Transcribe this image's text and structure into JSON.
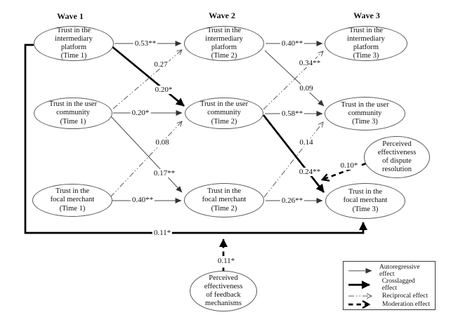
{
  "waves": [
    "Wave 1",
    "Wave 2",
    "Wave 3"
  ],
  "nodes": {
    "platform_t1": {
      "lines": [
        "Trust in the",
        "intermediary",
        "platform",
        "(Time 1)"
      ]
    },
    "platform_t2": {
      "lines": [
        "Trust in the",
        "intermediary",
        "platform",
        "(Time 2)"
      ]
    },
    "platform_t3": {
      "lines": [
        "Trust in the",
        "intermediary",
        "platform",
        "(Time 3)"
      ]
    },
    "community_t1": {
      "lines": [
        "Trust in the user",
        "community",
        "(Time 1)"
      ]
    },
    "community_t2": {
      "lines": [
        "Trust in the user",
        "community",
        "(Time 2)"
      ]
    },
    "community_t3": {
      "lines": [
        "Trust in the user",
        "community",
        "(Time 3)"
      ]
    },
    "merchant_t1": {
      "lines": [
        "Trust in the",
        "focal merchant",
        "(Time 1)"
      ]
    },
    "merchant_t2": {
      "lines": [
        "Trust in the",
        "focal merchant",
        "(Time 2)"
      ]
    },
    "merchant_t3": {
      "lines": [
        "Trust in the",
        "focal merchant",
        "(Time 3)"
      ]
    },
    "dispute": {
      "lines": [
        "Perceived",
        "effectiveness",
        "of dispute",
        "resolution"
      ]
    },
    "feedback": {
      "lines": [
        "Perceived",
        "effectiveness",
        "of feedback",
        "mechanisms"
      ]
    }
  },
  "coefficients": {
    "platform_t1_t2": "0.53**",
    "community_t1_t2": "0.20*",
    "merchant_t1_t2": "0.40**",
    "platform_t2_t3": "0.40**",
    "community_t2_t3": "0.58**",
    "merchant_t2_t3": "0.26**",
    "community_t1_platform_t2": "0.27",
    "merchant_t1_community_t2": "0.08",
    "community_t2_platform_t3": "0.34**",
    "merchant_t2_community_t3": "0.14",
    "platform_t1_community_t2": "0.20*",
    "community_t1_merchant_t2": "0.17**",
    "platform_t2_community_t3": "0.09",
    "community_t2_merchant_t3": "0.24**",
    "platform_t1_merchant_t3": "0.11*",
    "feedback_moderation": "0.11*",
    "dispute_moderation": "0.10*"
  },
  "legend": {
    "items": [
      {
        "style": "autoregressive",
        "label": "Autoregressive effect"
      },
      {
        "style": "crosslagged",
        "label": "Crosslagged effect"
      },
      {
        "style": "reciprocal",
        "label": "Reciprocal effect"
      },
      {
        "style": "moderation",
        "label": "Moderation effect"
      }
    ]
  },
  "colors": {
    "line_thin": "#4a4a4a",
    "line_thick": "#000000",
    "background": "#ffffff"
  }
}
